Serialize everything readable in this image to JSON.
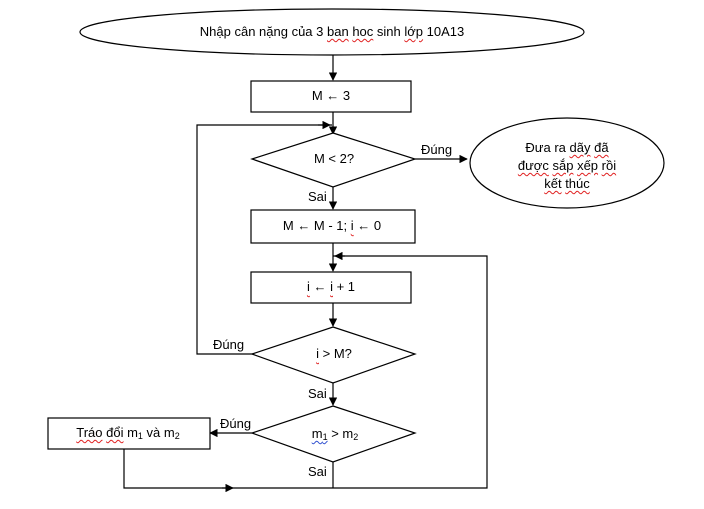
{
  "start": {
    "prefix": "Nhập cân nặng của 3 ",
    "w1": "ban",
    "w2": "hoc",
    "mid": " sinh ",
    "w3": "lớp",
    "suffix": " 10A13"
  },
  "init_box": "M ← 3",
  "decision_outer": "M < 2?",
  "end": {
    "line1_a": "Đưa ra ",
    "line1_b": "dãy",
    "line1_c": " ",
    "line1_d": "đã",
    "line2_a": "được",
    "line2_b": " ",
    "line2_c": "sắp",
    "line2_d": " ",
    "line2_e": "xếp",
    "line2_f": " ",
    "line2_g": "rồi",
    "line3_a": "kết",
    "line3_b": " ",
    "line3_c": "thúc"
  },
  "step_box": {
    "a": "M ← M - 1; ",
    "b": "i",
    "c": " ← 0"
  },
  "inc_box": {
    "a": "i",
    "b": " ← ",
    "c": "i",
    "d": " + 1"
  },
  "decision_inner": {
    "a": "i",
    "b": " > M?"
  },
  "decision_compare": {
    "m": "m",
    "s1": "1",
    "op": " > ",
    "m2": "m",
    "s2": "2"
  },
  "swap_box": {
    "a": "Tráo",
    "b": " ",
    "c": "đổi",
    "d": " m",
    "s1": "1",
    "e": " và m",
    "s2": "2"
  },
  "labels": {
    "yes_outer": "Đúng",
    "no_outer": "Sai",
    "yes_inner": "Đúng",
    "no_inner": "Sai",
    "yes_compare": "Đúng",
    "no_compare": "Sai"
  }
}
